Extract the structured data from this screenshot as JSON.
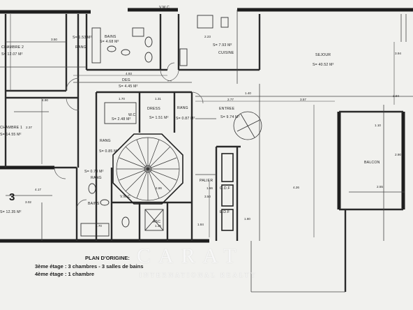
{
  "plan": {
    "rooms": [
      {
        "name": "chambre-2",
        "label": "CHAMBRE 2",
        "area": "S= 12.07 m²"
      },
      {
        "name": "bains",
        "label": "BAINS",
        "area": "S= 4.68 m²"
      },
      {
        "name": "rang-1",
        "label": "RANG",
        "area": "S= 1.53 m²"
      },
      {
        "name": "cuisine",
        "label": "CUISINE",
        "area": "S= 7.93 m²"
      },
      {
        "name": "sejour",
        "label": "SEJOUR",
        "area": "S= 40.52 m²"
      },
      {
        "name": "deg",
        "label": "DEG",
        "area": "S= 4.45 m²"
      },
      {
        "name": "chambre-1",
        "label": "CHAMBRE 1",
        "area": "S= 14.55 m²"
      },
      {
        "name": "bains-2",
        "label": "",
        "area": "S= 2.48 m²"
      },
      {
        "name": "dress",
        "label": "DRESS",
        "area": "S= 1.51 m²"
      },
      {
        "name": "rang-2",
        "label": "RANG",
        "area": "S= 0.87 m²"
      },
      {
        "name": "entree",
        "label": "ENTREE",
        "area": "S= 9.74 m²"
      },
      {
        "name": "rang-3",
        "label": "RANG",
        "area": "S= 0.85 m²"
      },
      {
        "name": "balcon",
        "label": "BALCON",
        "area": ""
      },
      {
        "name": "rang-4",
        "label": "RANG",
        "area": "S= 0.78 m²"
      },
      {
        "name": "bains-3",
        "label": "BAINS",
        "area": ""
      },
      {
        "name": "palier",
        "label": "PALIER",
        "area": ""
      },
      {
        "name": "chambre-3",
        "label": "",
        "area": "S= 12.35 m²"
      },
      {
        "name": "asc",
        "label": "ASC",
        "area": ""
      },
      {
        "name": "vmc-top",
        "label": "V.M.C",
        "area": ""
      },
      {
        "name": "vmc-mid",
        "label": "V.M.C",
        "area": ""
      },
      {
        "name": "wc",
        "label": "W.C",
        "area": ""
      },
      {
        "name": "edf",
        "label": "E.D.F",
        "area": ""
      },
      {
        "name": "gdf",
        "label": "G.D.F",
        "area": ""
      }
    ],
    "dimensions": [
      "3.50",
      "4.90",
      "4.93",
      "2.77",
      "3.57",
      "2.94",
      "3.94",
      "1.70",
      "1.31",
      "4.26",
      "2.55",
      "2.90",
      "1.10",
      "4.17",
      "1.56",
      "3.50",
      "2.37",
      "1.84",
      "3.02",
      "2.23",
      "1.40",
      "1.80",
      "2.86",
      "1.70",
      "1.35"
    ],
    "floor_number": "3"
  },
  "caption": {
    "title": "PLAN D'ORIGINE:",
    "line1": "3ème étage :  3 chambres - 3 salles de bains",
    "line2": "4ème étage : 1 chambre"
  },
  "watermark": {
    "brand": "CARAT",
    "tagline": "INTERNATIONAL REALTY"
  }
}
